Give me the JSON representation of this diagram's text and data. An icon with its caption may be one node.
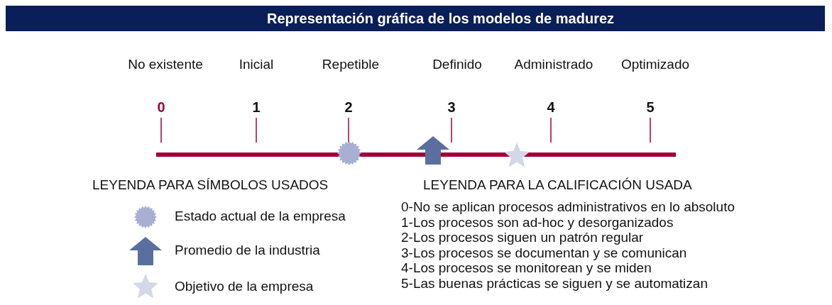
{
  "diagram": {
    "title": "Representación gráfica de los modelos de madurez",
    "labels": [
      "No existente",
      "Inicial",
      "Repetible",
      "Definido",
      "Administrado",
      "Optimizado",
      "0",
      "1",
      "2",
      "3",
      "4",
      "5",
      "LEYENDA PARA SÍMBOLOS USADOS",
      "LEYENDA PARA LA CALIFICACIÓN USADA",
      "0-No se aplican procesos administrativos en lo absoluto",
      "1-Los procesos son ad-hoc y desorganizados",
      "2-Los procesos siguen un patrón regular",
      "3-Los procesos se documentan y se comunican",
      "4-Los procesos se monitorean y se miden",
      "5-Las buenas prácticas se siguen y se automatizan"
    ],
    "legend": [
      {
        "text": "Estado actual de la empresa"
      },
      {
        "text": "Promedio de la industria"
      },
      {
        "text": "Objetivo de la empresa"
      }
    ]
  }
}
